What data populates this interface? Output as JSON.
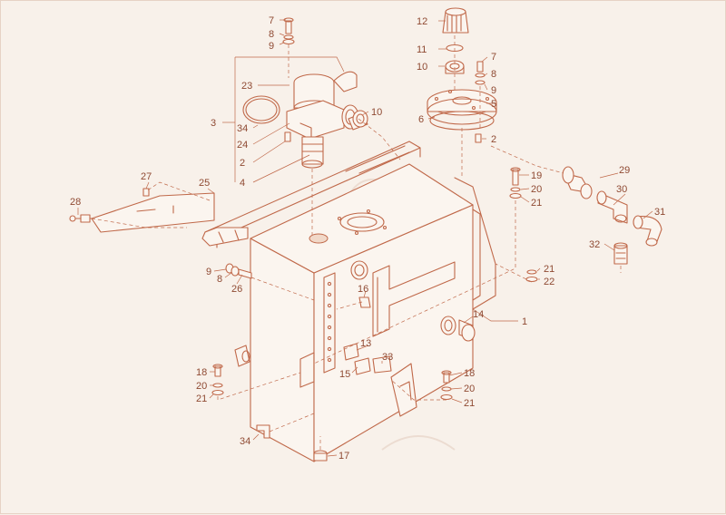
{
  "diagram": {
    "line_color": "#c0694a",
    "text_color": "#8f4a33",
    "background": "#f8f1ea",
    "callouts": [
      {
        "id": "c-7a",
        "label": "7"
      },
      {
        "id": "c-8a",
        "label": "8"
      },
      {
        "id": "c-9a",
        "label": "9"
      },
      {
        "id": "c-23",
        "label": "23"
      },
      {
        "id": "c-3",
        "label": "3"
      },
      {
        "id": "c-34a",
        "label": "34"
      },
      {
        "id": "c-24",
        "label": "24"
      },
      {
        "id": "c-2a",
        "label": "2"
      },
      {
        "id": "c-4",
        "label": "4"
      },
      {
        "id": "c-10a",
        "label": "10"
      },
      {
        "id": "c-12",
        "label": "12"
      },
      {
        "id": "c-11",
        "label": "11"
      },
      {
        "id": "c-10b",
        "label": "10"
      },
      {
        "id": "c-7b",
        "label": "7"
      },
      {
        "id": "c-8b",
        "label": "8"
      },
      {
        "id": "c-9b",
        "label": "9"
      },
      {
        "id": "c-5",
        "label": "5"
      },
      {
        "id": "c-6",
        "label": "6"
      },
      {
        "id": "c-2b",
        "label": "2"
      },
      {
        "id": "c-27",
        "label": "27"
      },
      {
        "id": "c-25",
        "label": "25"
      },
      {
        "id": "c-28",
        "label": "28"
      },
      {
        "id": "c-19",
        "label": "19"
      },
      {
        "id": "c-20a",
        "label": "20"
      },
      {
        "id": "c-21a",
        "label": "21"
      },
      {
        "id": "c-29",
        "label": "29"
      },
      {
        "id": "c-30",
        "label": "30"
      },
      {
        "id": "c-31",
        "label": "31"
      },
      {
        "id": "c-32",
        "label": "32"
      },
      {
        "id": "c-9c",
        "label": "9"
      },
      {
        "id": "c-8c",
        "label": "8"
      },
      {
        "id": "c-26",
        "label": "26"
      },
      {
        "id": "c-16",
        "label": "16"
      },
      {
        "id": "c-21b",
        "label": "21"
      },
      {
        "id": "c-22",
        "label": "22"
      },
      {
        "id": "c-1",
        "label": "1"
      },
      {
        "id": "c-14",
        "label": "14"
      },
      {
        "id": "c-13",
        "label": "13"
      },
      {
        "id": "c-33",
        "label": "33"
      },
      {
        "id": "c-15",
        "label": "15"
      },
      {
        "id": "c-18a",
        "label": "18"
      },
      {
        "id": "c-20b",
        "label": "20"
      },
      {
        "id": "c-21c",
        "label": "21"
      },
      {
        "id": "c-18b",
        "label": "18"
      },
      {
        "id": "c-20c",
        "label": "20"
      },
      {
        "id": "c-21d",
        "label": "21"
      },
      {
        "id": "c-34b",
        "label": "34"
      },
      {
        "id": "c-17",
        "label": "17"
      }
    ]
  }
}
